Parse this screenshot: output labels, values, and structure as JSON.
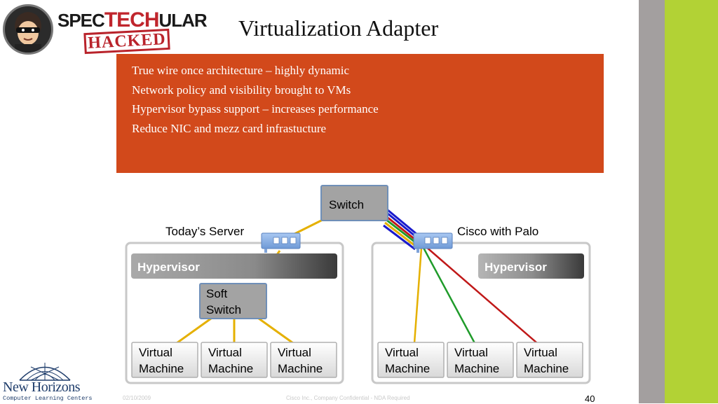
{
  "logo": {
    "word_spec": "SPEC",
    "word_tech": "TECH",
    "word_ular": "ULAR",
    "stamp": "HACKED"
  },
  "title": "Virtualization Adapter",
  "bullets": [
    "True wire once architecture – highly dynamic",
    "Network policy and visibility brought to VMs",
    "Hypervisor bypass support – increases performance",
    "Reduce NIC and mezz card infrastucture"
  ],
  "diagram": {
    "switch_label": "Switch",
    "left_label": "Today’s Server",
    "right_label": "Cisco with Palo",
    "hypervisor_label": "Hypervisor",
    "soft_switch_line1": "Soft",
    "soft_switch_line2": "Switch",
    "vm_line1": "Virtual",
    "vm_line2": "Machine"
  },
  "footer": {
    "date": "02/10/2009",
    "confidential": "Cisco Inc., Company Confidential - NDA Required",
    "page": "40"
  },
  "brand": {
    "name": "New Horizons",
    "sub": "Computer Learning Centers"
  },
  "colors": {
    "red_box": "#d2491b",
    "stripe_gray": "#a39f9f",
    "stripe_green": "#b2d235",
    "vif_yellow": "#e5b000",
    "vif_green": "#1f9b2a",
    "vif_red": "#c01818",
    "vif_blue": "#1a1acc"
  }
}
